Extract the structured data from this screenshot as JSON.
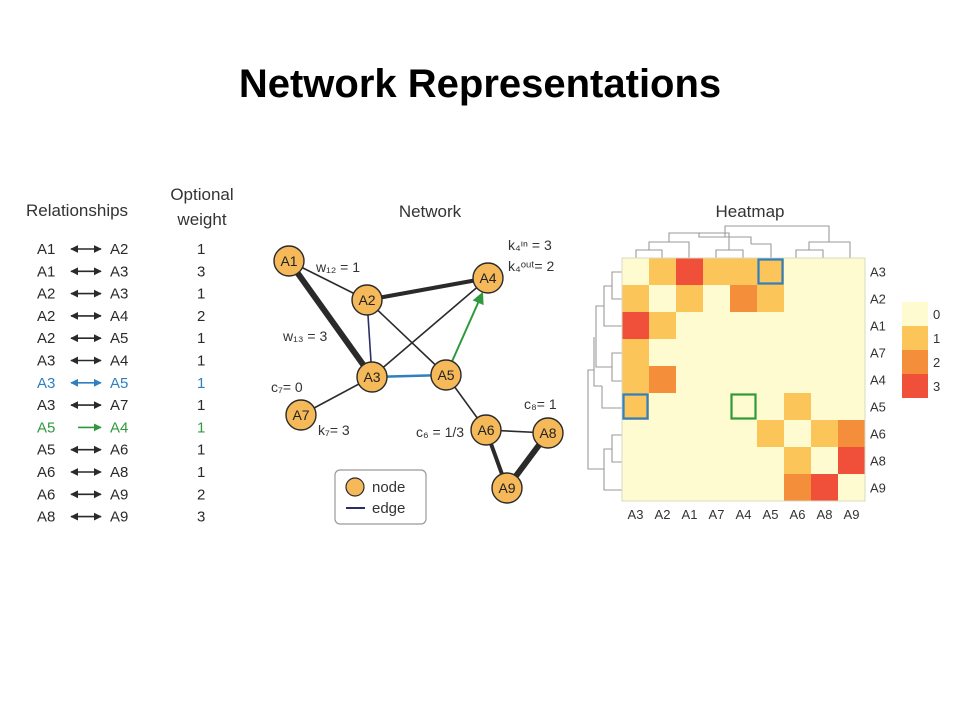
{
  "slide": {
    "title": "Network Representations"
  },
  "relationships": {
    "header": "Relationships",
    "weight_header": [
      "Optional",
      "weight"
    ],
    "rows": [
      {
        "from": "A1",
        "to": "A2",
        "weight": "1",
        "color": "#2a2a2a",
        "directed": false
      },
      {
        "from": "A1",
        "to": "A3",
        "weight": "3",
        "color": "#2a2a2a",
        "directed": false
      },
      {
        "from": "A2",
        "to": "A3",
        "weight": "1",
        "color": "#2a2a2a",
        "directed": false
      },
      {
        "from": "A2",
        "to": "A4",
        "weight": "2",
        "color": "#2a2a2a",
        "directed": false
      },
      {
        "from": "A2",
        "to": "A5",
        "weight": "1",
        "color": "#2a2a2a",
        "directed": false
      },
      {
        "from": "A3",
        "to": "A4",
        "weight": "1",
        "color": "#2a2a2a",
        "directed": false
      },
      {
        "from": "A3",
        "to": "A5",
        "weight": "1",
        "color": "#2f7fc1",
        "directed": false
      },
      {
        "from": "A3",
        "to": "A7",
        "weight": "1",
        "color": "#2a2a2a",
        "directed": false
      },
      {
        "from": "A5",
        "to": "A4",
        "weight": "1",
        "color": "#2e9a3c",
        "directed": true
      },
      {
        "from": "A5",
        "to": "A6",
        "weight": "1",
        "color": "#2a2a2a",
        "directed": false
      },
      {
        "from": "A6",
        "to": "A8",
        "weight": "1",
        "color": "#2a2a2a",
        "directed": false
      },
      {
        "from": "A6",
        "to": "A9",
        "weight": "2",
        "color": "#2a2a2a",
        "directed": false
      },
      {
        "from": "A8",
        "to": "A9",
        "weight": "3",
        "color": "#2a2a2a",
        "directed": false
      }
    ]
  },
  "network": {
    "title": "Network",
    "nodes": [
      "A1",
      "A2",
      "A3",
      "A4",
      "A5",
      "A6",
      "A7",
      "A8",
      "A9"
    ],
    "annotations": {
      "w12": "w₁₂ = 1",
      "w13": "w₁₃ = 3",
      "k4in": "k₄ᶦⁿ = 3",
      "k4out": "k₄ᵒᵘᵗ= 2",
      "c7": "c₇= 0",
      "k7": "k₇= 3",
      "c6": "c₆ = 1/3",
      "c8": "c₈= 1"
    },
    "legend": {
      "node": "node",
      "edge": "edge"
    },
    "colors": {
      "node_fill": "#f5b95a",
      "highlight_blue": "#2f7fc1",
      "highlight_green": "#2e9a3c"
    }
  },
  "heatmap": {
    "title": "Heatmap",
    "col_labels": [
      "A3",
      "A2",
      "A1",
      "A7",
      "A4",
      "A5",
      "A6",
      "A8",
      "A9"
    ],
    "row_labels": [
      "A3",
      "A2",
      "A1",
      "A7",
      "A4",
      "A5",
      "A6",
      "A8",
      "A9"
    ],
    "matrix": [
      [
        0,
        1,
        3,
        1,
        1,
        1,
        0,
        0,
        0
      ],
      [
        1,
        0,
        1,
        0,
        2,
        1,
        0,
        0,
        0
      ],
      [
        3,
        1,
        0,
        0,
        0,
        0,
        0,
        0,
        0
      ],
      [
        1,
        0,
        0,
        0,
        0,
        0,
        0,
        0,
        0
      ],
      [
        1,
        2,
        0,
        0,
        0,
        0,
        0,
        0,
        0
      ],
      [
        1,
        0,
        0,
        0,
        0,
        0,
        1,
        0,
        0
      ],
      [
        0,
        0,
        0,
        0,
        0,
        1,
        0,
        1,
        2
      ],
      [
        0,
        0,
        0,
        0,
        0,
        0,
        1,
        0,
        3
      ],
      [
        0,
        0,
        0,
        0,
        0,
        0,
        2,
        3,
        0
      ]
    ],
    "scale_labels": [
      "0",
      "1",
      "2",
      "3"
    ],
    "scale_colors": [
      "#fffbd0",
      "#fbc55a",
      "#f58e3a",
      "#f0503a"
    ],
    "highlights": [
      {
        "row": 0,
        "col": 5,
        "color": "#2f7fc1"
      },
      {
        "row": 5,
        "col": 0,
        "color": "#2f7fc1"
      },
      {
        "row": 5,
        "col": 4,
        "color": "#2e9a3c"
      }
    ]
  }
}
